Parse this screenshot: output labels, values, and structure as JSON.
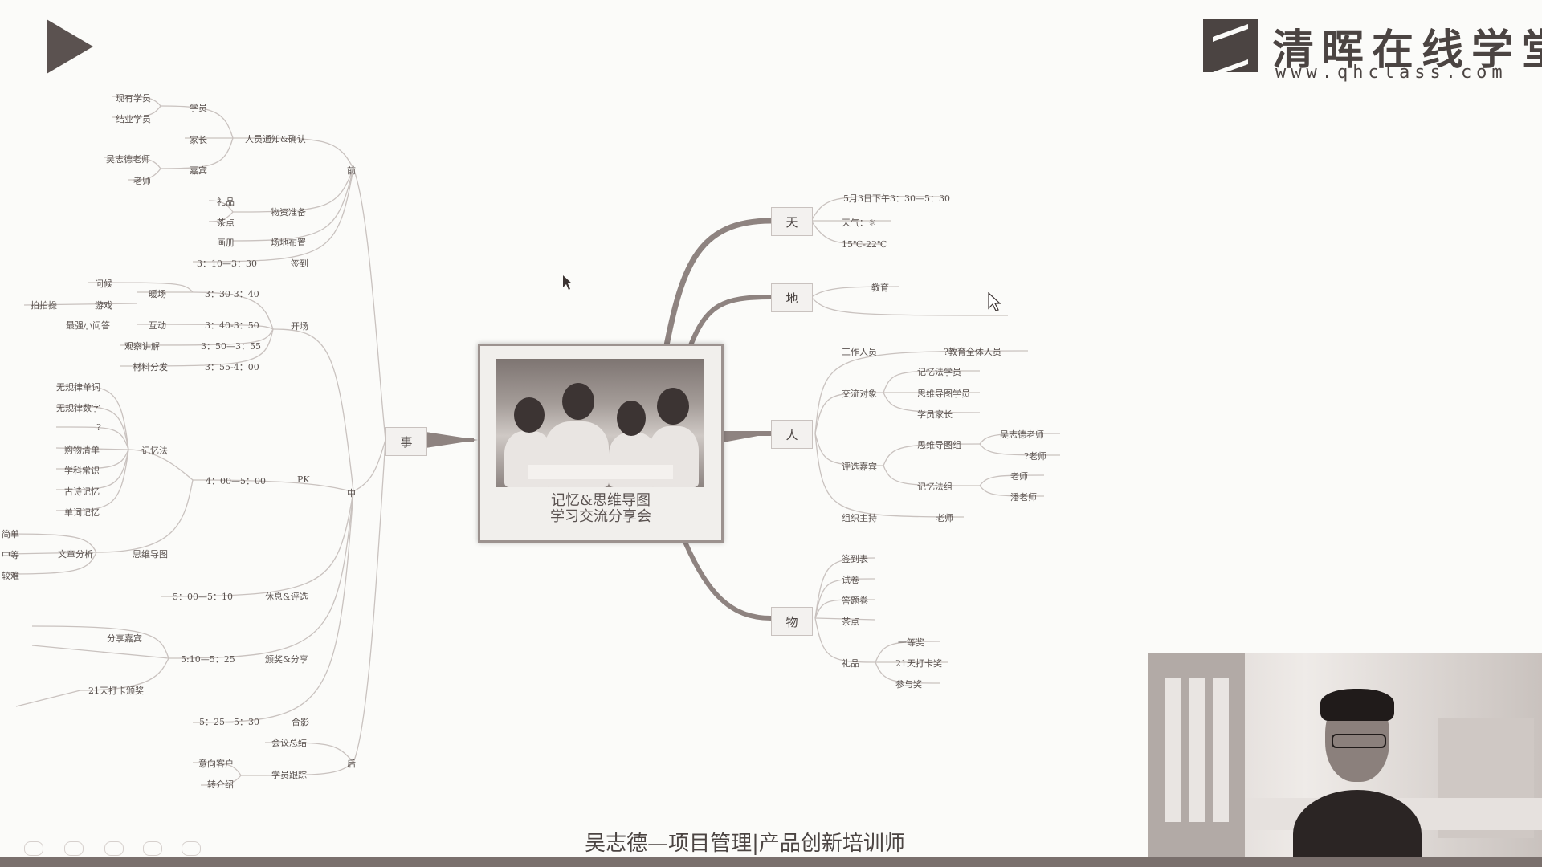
{
  "player": {
    "play_icon": "play-icon"
  },
  "brand": {
    "name": "清晖在线学堂",
    "url": "www.qhclass.com"
  },
  "center": {
    "title_line1": "记忆&思维导图",
    "title_line2": "学习交流分享会"
  },
  "branches": {
    "tian": "天",
    "di": "地",
    "ren": "人",
    "wu": "物",
    "shi": "事"
  },
  "tian": {
    "time": "5月3日下午3：30—5：30",
    "weather": "天气：☼",
    "temp": "15℃-22℃"
  },
  "di": {
    "place": "教育"
  },
  "ren": {
    "staff": "工作人员",
    "staff_detail": "?教育全体人员",
    "audience": "交流对象",
    "aud1": "记忆法学员",
    "aud2": "思维导图学员",
    "aud3": "学员家长",
    "judges": "评选嘉宾",
    "mind_group": "思维导图组",
    "mind_j1": "吴志德老师",
    "mind_j2": "?老师",
    "mem_group": "记忆法组",
    "mem_j1": "老师",
    "mem_j2": "潘老师",
    "host": "组织主持",
    "host_detail": "老师"
  },
  "wu": {
    "i1": "签到表",
    "i2": "试卷",
    "i3": "答题卷",
    "i4": "茶点",
    "gift": "礼品",
    "g1": "一等奖",
    "g2": "21天打卡奖",
    "g3": "参与奖"
  },
  "shi": {
    "pre": "前",
    "mid": "中",
    "post": "后",
    "notify": "人员通知&确认",
    "students": "学员",
    "s1": "现有学员",
    "s2": "结业学员",
    "parents": "家长",
    "guests": "嘉宾",
    "g1": "吴志德老师",
    "g2": "老师",
    "materials": "物资准备",
    "m1": "礼品",
    "m2": "茶点",
    "setup": "场地布置",
    "venue": "画册",
    "checkin": "签到",
    "checkin_time": "3：10—3：30",
    "opening": "开场",
    "warm": "暖场",
    "warm_t": "3：30-3：40",
    "w1": "问候",
    "w2": "游戏",
    "w2a": "拍拍操",
    "interact": "互动",
    "interact_t": "3：40-3：50",
    "ia": "最强小问答",
    "rules": "观察讲解",
    "rules_t": "3：50—3：55",
    "handout": "材料分发",
    "handout_t": "3：55-4：00",
    "pk": "PK",
    "pk_t": "4：00—5：00",
    "memory": "记忆法",
    "mem_items": [
      "无规律单词",
      "无规律数字",
      "?",
      "购物清单",
      "学科常识",
      "古诗记忆",
      "单词记忆"
    ],
    "mindmap": "思维导图",
    "article": "文章分析",
    "lv": [
      "简单",
      "中等",
      "较难"
    ],
    "rest": "休息&评选",
    "rest_t": "5：00—5：10",
    "award": "颁奖&分享",
    "award_t": "5:10—5：25",
    "share": "分享嘉宾",
    "punch": "21天打卡颁奖",
    "photo": "合影",
    "photo_t": "5：25—5：30",
    "summary": "会议总结",
    "follow": "学员跟踪",
    "f1": "意向客户",
    "f2": "转介绍"
  },
  "caption": "吴志德—项目管理|产品创新培训师"
}
